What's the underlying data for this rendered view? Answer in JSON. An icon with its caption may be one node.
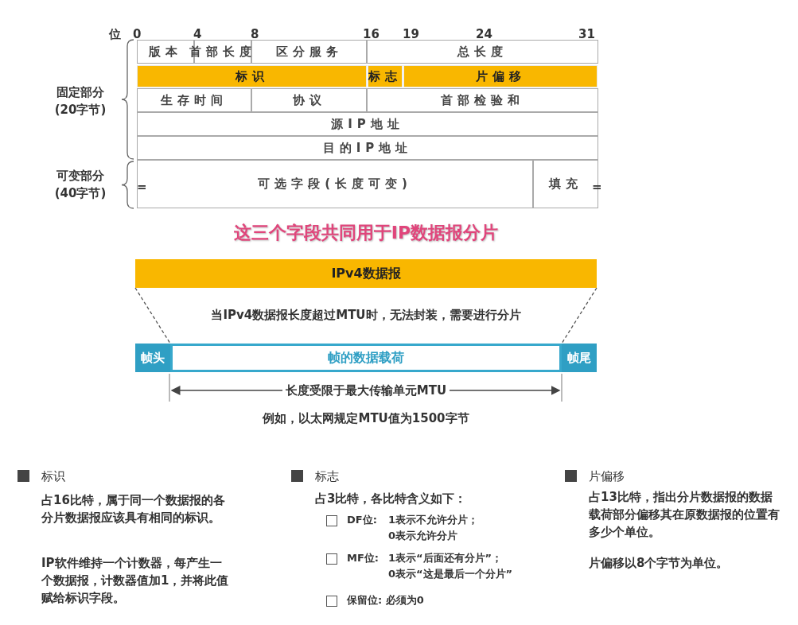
{
  "diagram": {
    "nodes": [
      {
        "text": [
          "版本"
        ]
      },
      {
        "text": [
          "首部长度"
        ]
      },
      {
        "text": [
          "区分服务"
        ]
      },
      {
        "text": [
          "总长度"
        ]
      },
      {
        "text": [
          "标识"
        ]
      },
      {
        "text": [
          "标志"
        ]
      },
      {
        "text": [
          "片偏移"
        ]
      },
      {
        "text": [
          "生存时间"
        ]
      },
      {
        "text": [
          "协议"
        ]
      },
      {
        "text": [
          "首部检验和"
        ]
      },
      {
        "text": [
          "源IP地址"
        ]
      },
      {
        "text": [
          "目的IP地址"
        ]
      },
      {
        "text": [
          "可选字段(长度可变)"
        ]
      },
      {
        "text": [
          "填充"
        ]
      },
      {
        "text": [
          "IPv4数据报"
        ]
      },
      {
        "text": [
          "帧头"
        ]
      },
      {
        "text": [
          "帧的数据载荷"
        ]
      },
      {
        "text": [
          "帧尾"
        ]
      }
    ],
    "edges": [
      {
        "from": 14,
        "to": 16,
        "arrow": "none",
        "style": "dashed"
      },
      {
        "from": 14,
        "to": 16,
        "arrow": "none",
        "style": "dashed"
      }
    ],
    "labels": [
      "位",
      "0",
      "4",
      "8",
      "16",
      "19",
      "24",
      "31",
      "固定部分(20字节)",
      "可变部分(40字节)",
      "=",
      "=",
      "这三个字段共同用于IP数据报分片",
      "当IPv4数据报长度超过MTU时，无法封装，需要进行分片",
      "长度受限于最大传输单元MTU",
      "例如，以太网规定MTU值为1500字节",
      "标识",
      "占16比特，属于同一个数据报的各分片数据报应该具有相同的标识。",
      "IP软件维持一个计数器，每产生一个数据报，计数器值加1，并将此值赋给标识字段。",
      "标志",
      "占3比特，各比特含义如下：",
      "DF位:",
      "1表示不允许分片；",
      "0表示允许分片",
      "MF位:",
      "1表示“后面还有分片”；",
      "0表示“这是最后一个分片”",
      "保留位: 必须为0",
      "片偏移",
      "占13比特，指出分片数据报的数据载荷部分偏移其在原数据报的位置有多少个单位。",
      "片偏移以8个字节为单位。"
    ]
  }
}
